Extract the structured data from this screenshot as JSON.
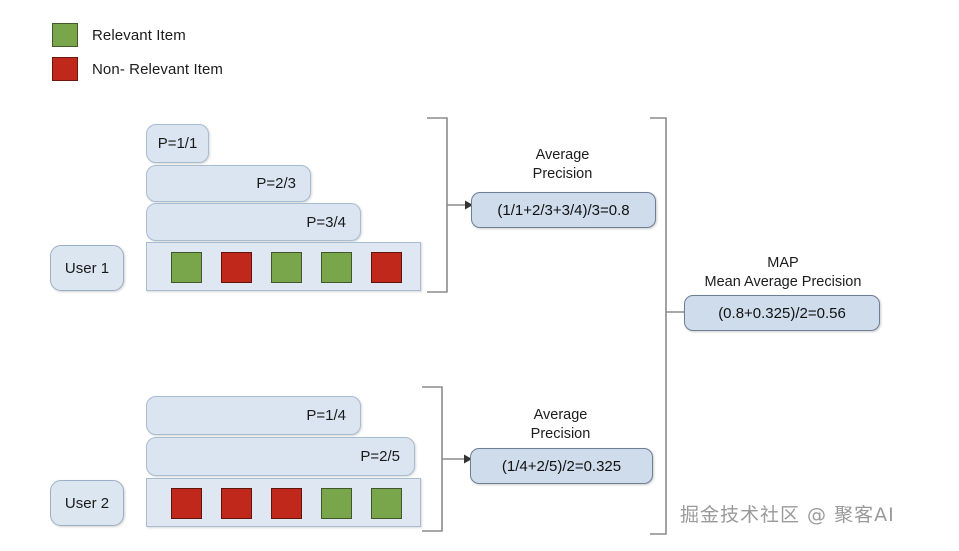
{
  "legend": {
    "items": [
      {
        "label": "Relevant Item",
        "color": "#79a64a",
        "kind": "green"
      },
      {
        "label": "Non- Relevant Item",
        "color": "#c0281c",
        "kind": "red"
      }
    ]
  },
  "colors": {
    "relevant": "#79a64a",
    "non_relevant": "#c0281c",
    "box_fill": "#dce6f1",
    "box_border": "#9bb0c6",
    "result_fill": "#cfdcec",
    "result_border": "#6d7f93",
    "connector": "#8c8c8c"
  },
  "users": [
    {
      "id": "user-1",
      "label": "User 1",
      "precision_bars": [
        {
          "label": "P=1/1"
        },
        {
          "label": "P=2/3"
        },
        {
          "label": "P=3/4"
        }
      ],
      "items": [
        "green",
        "red",
        "green",
        "green",
        "red"
      ],
      "average_precision": {
        "caption": "Average\nPrecision",
        "value": "(1/1+2/3+3/4)/3=0.8"
      }
    },
    {
      "id": "user-2",
      "label": "User 2",
      "precision_bars": [
        {
          "label": "P=1/4"
        },
        {
          "label": "P=2/5"
        }
      ],
      "items": [
        "red",
        "red",
        "red",
        "green",
        "green"
      ],
      "average_precision": {
        "caption": "Average\nPrecision",
        "value": "(1/4+2/5)/2=0.325"
      }
    }
  ],
  "map": {
    "caption": "MAP\nMean Average Precision",
    "value": "(0.8+0.325)/2=0.56"
  },
  "watermark": {
    "text": "掘金技术社区 @ 聚客AI"
  }
}
